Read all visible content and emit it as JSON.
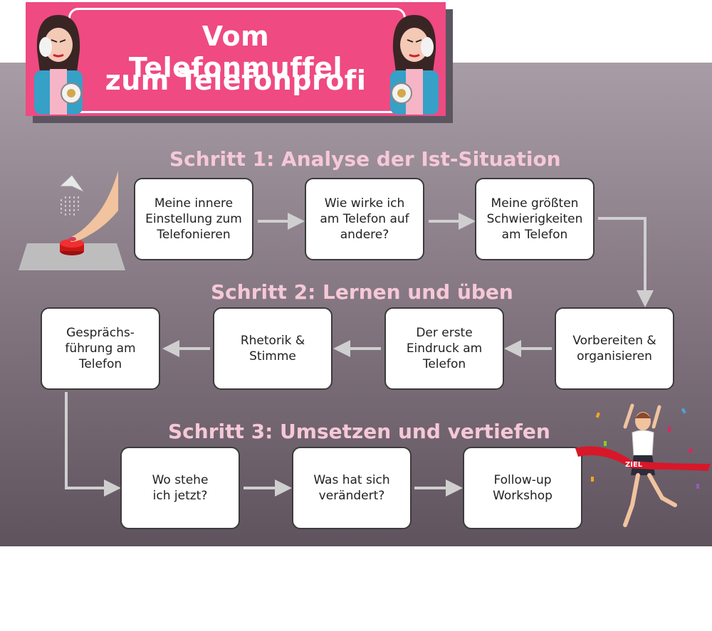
{
  "title": {
    "line1": "Vom Telefonmuffel",
    "line2": "zum Telefonprofi"
  },
  "steps": [
    {
      "heading": "Schritt 1: Analyse der Ist-Situation",
      "boxes": [
        "Meine innere\nEinstellung zum\nTelefonieren",
        "Wie wirke ich\nam Telefon auf\nandere?",
        "Meine größten\nSchwierigkeiten\nam Telefon"
      ]
    },
    {
      "heading": "Schritt 2: Lernen und üben",
      "boxes": [
        "Vorbereiten &\norganisieren",
        "Der erste\nEindruck am\nTelefon",
        "Rhetorik &\nStimme",
        "Gesprächs-\nführung am\nTelefon"
      ]
    },
    {
      "heading": "Schritt 3: Umsetzen und vertiefen",
      "boxes": [
        "Wo stehe\nich jetzt?",
        "Was hat sich\nverändert?",
        "Follow-up\nWorkshop"
      ]
    }
  ],
  "goal_ribbon": "ZIEL",
  "colors": {
    "banner": "#ef4a82",
    "heading": "#f6c8d7",
    "connector": "#cfcfcf"
  }
}
